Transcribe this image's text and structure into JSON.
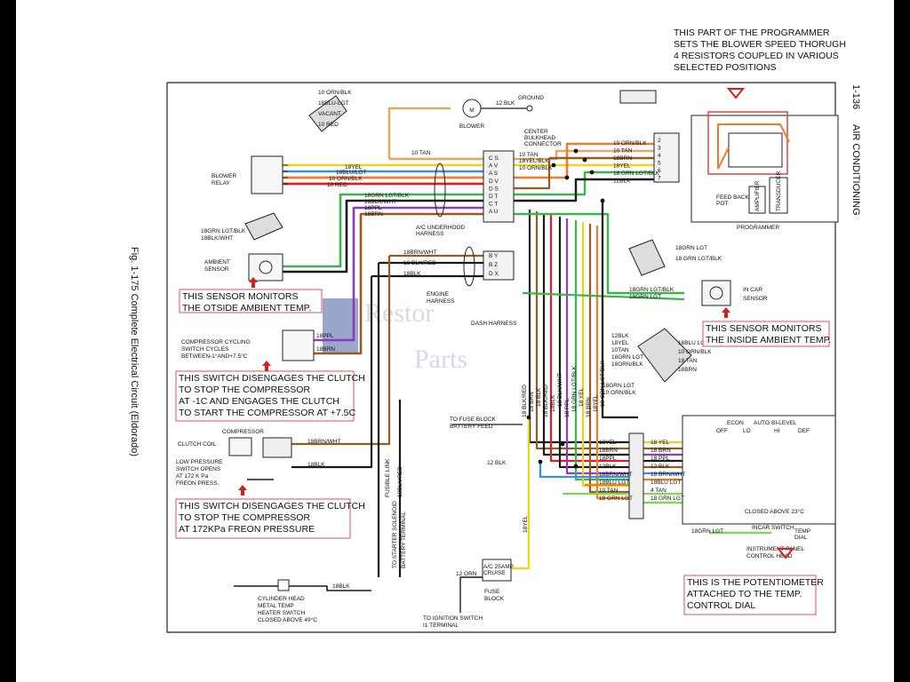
{
  "page_number": "1-136",
  "section_title": "AIR CONDITIONING",
  "figure_caption": "Fig. 1-175 Complete Electrical Circuit (Eldorado)",
  "watermark": {
    "line1": "Restor",
    "line2": "Parts"
  },
  "annotations": {
    "programmer": [
      "THIS PART OF THE PROGRAMMER",
      "SETS THE BLOWER SPEED THORUGH",
      "4 RESISTORS COUPLED IN VARIOUS",
      "SELECTED POSITIONS"
    ],
    "ambient": [
      "THIS SENSOR MONITORS",
      "THE OTSIDE AMBIENT TEMP."
    ],
    "incar": [
      "THIS SENSOR MONITORS",
      "THE INSIDE AMBIENT TEMP."
    ],
    "cycling": [
      "THIS SWITCH DISENGAGES THE CLUTCH",
      "TO STOP THE COMPRESSOR",
      "AT -1C AND ENGAGES THE CLUTCH",
      "TO START THE COMPRESSOR AT +7.5C"
    ],
    "lowpress": [
      "THIS SWITCH DISENGAGES THE CLUTCH",
      "TO STOP THE COMPRESSOR",
      "AT 172KPa FREON PRESSURE"
    ],
    "potentiometer": [
      "THIS IS THE POTENTIOMETER",
      "ATTACHED TO THE TEMP.",
      "CONTROL DIAL"
    ]
  },
  "components": {
    "blower_relay": [
      "BLOWER",
      "RELAY"
    ],
    "blower": "BLOWER",
    "ground": "GROUND",
    "bulkhead": [
      "CENTER",
      "BULKHEAD",
      "CONNECTOR"
    ],
    "ambient_sensor": [
      "AMBIENT",
      "SENSOR"
    ],
    "underhood": [
      "A/C UNDERHOOD",
      "HARNESS"
    ],
    "engine_harness": [
      "ENGINE",
      "HARNESS"
    ],
    "dash_harness": "DASH HARNESS",
    "programmer": "PROGRAMMER",
    "feedback_pot": [
      "FEED BACK",
      "POT"
    ],
    "amplifier": "AMPLIFIER",
    "transducer": "TRANSDUCER",
    "incar_sensor": [
      "IN CAR",
      "SENSOR"
    ],
    "compressor_cycling": [
      "COMPRESSOR CYCLING",
      "SWITCH CYCLES",
      "BETWEEN-1°AND+7.5°C"
    ],
    "compressor": "COMPRESSOR",
    "clutch_coil": "CLUTCH COIL",
    "low_pressure": [
      "LOW PRESSURE",
      "SWITCH OPENS",
      "AT 172 K Pa",
      "FREON PRESS."
    ],
    "fuse_block_feed": [
      "TO FUSE BLOCK",
      "BATTERY FEED"
    ],
    "fusible_link": "FUSIBLE LINK",
    "starter": [
      "TO STARTER SOLENOID",
      "BATTERY TERMINAL"
    ],
    "cylinder_head": [
      "CYLINDER HEAD",
      "METAL TEMP",
      "HEATER SWITCH",
      "CLOSED ABOVE 49°C"
    ],
    "fuse_block": [
      "A/C 25AMP",
      "CRUISE",
      "FUSE",
      "BLOCK"
    ],
    "ignition": [
      "TO IGNITION SWITCH",
      "I1 TERMINAL"
    ],
    "control_head": [
      "INSTRUMENT PANEL",
      "CONTROL HEAD"
    ],
    "control_modes": [
      "ECON",
      "AUTO.",
      "BI-LEVEL",
      "OFF",
      "LO",
      "HI",
      "DEF"
    ],
    "closed_above": "CLOSED ABOVE 23°C",
    "incar_switch": "INCAR SWITCH",
    "temp_dial": [
      "TEMP",
      "DIAL"
    ]
  },
  "wires": {
    "relay_top": [
      "10 ORN/BLK",
      "18BLU-LGT",
      "VACANT",
      "10 RED"
    ],
    "relay_bus": [
      "18YEL",
      "18BLU/LGT",
      "10 ORN/BLK",
      "10 RED"
    ],
    "tan": "10 TAN",
    "blk_12": "12 BLK",
    "ambient_wires": [
      "18GRN LGT/BLK",
      "18BLK/WHT"
    ],
    "harness_bus": [
      "18GRN LGT/BLK",
      "18BLK/WHT",
      "18PPL",
      "18BRN"
    ],
    "bulk_pins": [
      "C",
      "A",
      "A",
      "D",
      "D",
      "D",
      "C",
      "A",
      "B",
      "B",
      "D"
    ],
    "bulk_pins2": [
      "S",
      "V",
      "S",
      "V",
      "S",
      "T",
      "T",
      "U",
      "Y",
      "Z",
      "X"
    ],
    "lower_bus": [
      "18BRN/WHT",
      "18 BLK/RED",
      "18BLK"
    ],
    "prog_wires": [
      "10 ORN/BLK",
      "10 TAN",
      "18BRN",
      "18YEL",
      "18 GRN LGT/BLK",
      "12BLK"
    ],
    "prog_pins": [
      "2",
      "3",
      "4",
      "5",
      "6",
      "7"
    ],
    "incar_wires": [
      "18GRN LGT",
      "18 GRN LGT/BLK"
    ],
    "incar_bus": [
      "18GRN LGT/BLK",
      "18GRN LGT"
    ],
    "cycling_wires": [
      "18PPL",
      "18BRN"
    ],
    "clutch_wires": [
      "18BRN/WHT",
      "18BLK"
    ],
    "center_conn": [
      "12BLK",
      "18YEL",
      "10TAN",
      "18GRN LGT",
      "18ORN/BLK",
      "18BLU LGT",
      "10 ORN/BLK",
      "18 TAN",
      "18BRN"
    ],
    "center_bus": [
      "18GRN LGT",
      "10 ORN/BLK"
    ],
    "vert_labels": [
      "18 BLK/RED",
      "18 BRN",
      "18 BLK",
      "18 BLK/RED",
      "18BLK",
      "18 BLK/WHT",
      "18 PPL",
      "18 GRN LGT/BLK",
      "18 YEL",
      "18 BRN",
      "18YEL",
      "18 GRN LGT/BLK"
    ],
    "ctrl_left": [
      "18YEL",
      "18BRN",
      "18PPL",
      "12BLK",
      "18BRN/WHT",
      "18BLU LGT",
      "10 TAN",
      "18 GRN LGT"
    ],
    "ctrl_right": [
      "18 YEL",
      "18 BRN",
      "18 PPL",
      "12 BLK",
      "18 BRN/WHT",
      "18BLU LGT",
      "4 TAN",
      "18 GRN LGT"
    ],
    "ignition_wire": "12 ORN",
    "yel_vert": "18YEL",
    "cyl_wire": "18BLK",
    "starter_wire": "10BLK/RED",
    "ctrl_bottom": "18GRN LGT"
  },
  "colors": {
    "tan": "#e6a86a",
    "orange": "#f07d2a",
    "yellow": "#f1d21a",
    "blue": "#3d8de0",
    "red": "#e02020",
    "green": "#39b54a",
    "purple": "#8b3cb8",
    "brown": "#9a5a1e",
    "black": "#1a1a1a",
    "lightgreen": "#7ed957",
    "annotation_border": "#e05050",
    "arrow": "#d42020"
  }
}
